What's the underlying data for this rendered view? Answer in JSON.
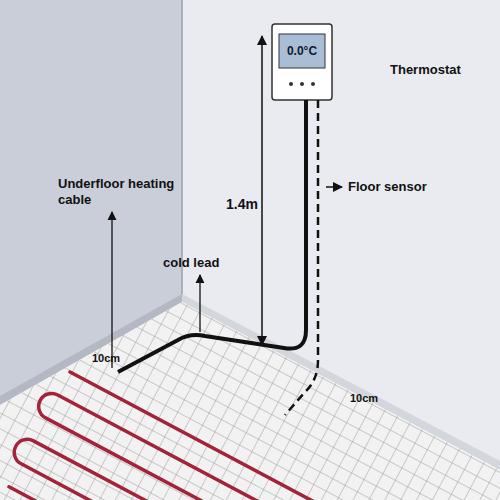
{
  "diagram": {
    "labels": [
      "Thermostat",
      "0.0°C",
      "1.4m",
      "Floor sensor",
      "Underfloor heating cable",
      "cold lead",
      "10cm",
      "10cm"
    ]
  }
}
